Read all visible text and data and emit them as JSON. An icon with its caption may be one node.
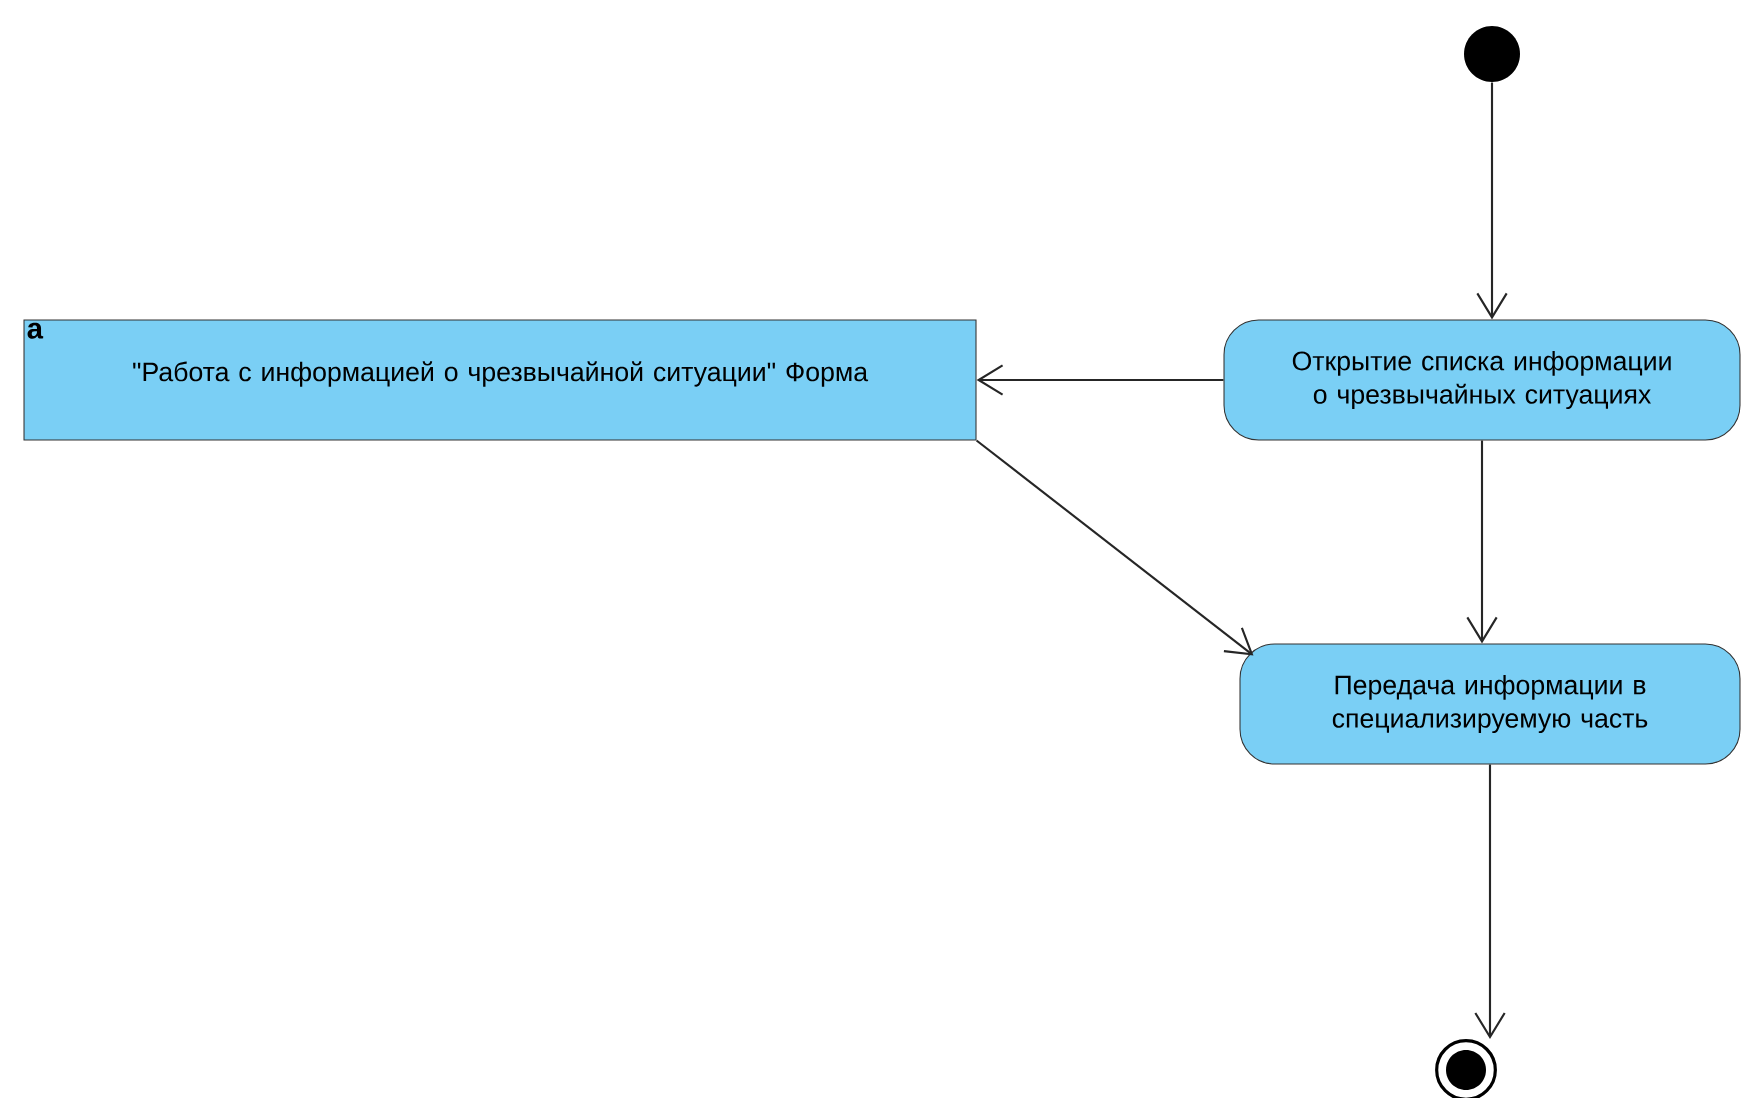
{
  "diagram": {
    "nodes": [
      {
        "text": [],
        "shape": "circle"
      },
      {
        "text": [
          "a",
          "\"Работа с информацией о чрезвычайной ситуации\" Форма"
        ]
      },
      {
        "text": [
          "Открытие списка информации о чрезвычайных ситуациях"
        ]
      },
      {
        "text": [
          "Передача информации в специализируемую часть"
        ]
      },
      {
        "text": [],
        "shape": "circle"
      }
    ],
    "edges": [
      {
        "from": 0,
        "to": 2,
        "arrow": "to"
      },
      {
        "from": 2,
        "to": 1,
        "arrow": "to"
      },
      {
        "from": 1,
        "to": 3,
        "arrow": "to"
      },
      {
        "from": 2,
        "to": 3,
        "arrow": "to"
      },
      {
        "from": 3,
        "to": 4,
        "arrow": "to"
      }
    ]
  }
}
